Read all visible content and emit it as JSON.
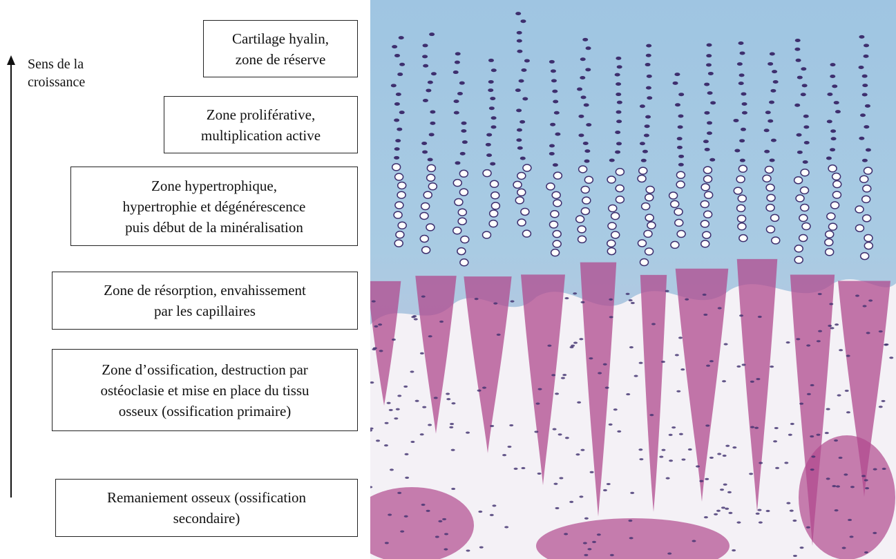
{
  "growth": {
    "label": "Sens de la\ncroissance",
    "arrow_icon": "up-arrow-icon"
  },
  "zones": [
    {
      "text": "Cartilage hyalin,\nzone de réserve"
    },
    {
      "text": "Zone proliférative,\nmultiplication active"
    },
    {
      "text": "Zone hypertrophique,\nhypertrophie et dégénérescence\npuis début de la minéralisation"
    },
    {
      "text": "Zone de résorption, envahissement\npar les capillaires"
    },
    {
      "text": "Zone d’ossification, destruction par\nostéoclasie et mise en place du tissu\nosseux (ossification primaire)"
    },
    {
      "text": "Remaniement osseux (ossification\nsecondaire)"
    }
  ],
  "colors": {
    "cartilage_blue": "#a9cbe3",
    "bone_magenta": "#b04a8e",
    "marrow_white": "#f4f1f6",
    "nucleus_purple": "#3e2f6e"
  }
}
